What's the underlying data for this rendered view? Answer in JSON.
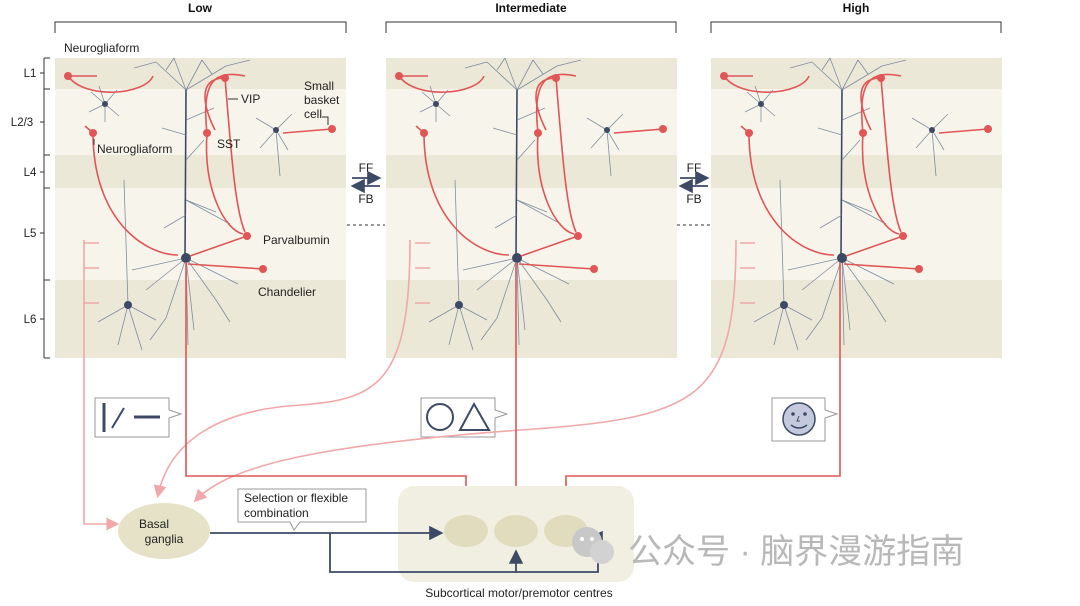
{
  "columns": [
    {
      "label": "Low"
    },
    {
      "label": "Intermediate"
    },
    {
      "label": "High"
    }
  ],
  "layers": [
    "L1",
    "L2/3",
    "L4",
    "L5",
    "L6"
  ],
  "cell_labels": {
    "neurogliaform_top": "Neurogliaform",
    "neurogliaform_bottom": "Neurogliaform",
    "vip": "VIP",
    "sst": "SST",
    "small_basket_1": "Small",
    "small_basket_2": "basket",
    "small_basket_3": "cell",
    "parvalbumin": "Parvalbumin",
    "chandelier": "Chandelier"
  },
  "ff_fb": [
    {
      "ff": "FF",
      "fb": "FB"
    },
    {
      "ff": "FF",
      "fb": "FB"
    }
  ],
  "stimulus_icons": [
    "bar-and-line-icon",
    "circle-and-triangle-icon",
    "smiley-face-icon"
  ],
  "basal_ganglia": {
    "line1": "Basal",
    "line2": "ganglia"
  },
  "selection_box": {
    "line1": "Selection or flexible",
    "line2": "combination"
  },
  "subcortical_label": "Subcortical motor/premotor centres",
  "watermark": "公众号 · 脑界漫游指南",
  "colors": {
    "excitatory_red": "#e05555",
    "pink_projection": "#f0a8a8",
    "navy": "#3c4a66",
    "band_light": "#f7f5eb",
    "band_dark": "#ebe8d7",
    "ganglia_fill": "#e6e2c8"
  }
}
